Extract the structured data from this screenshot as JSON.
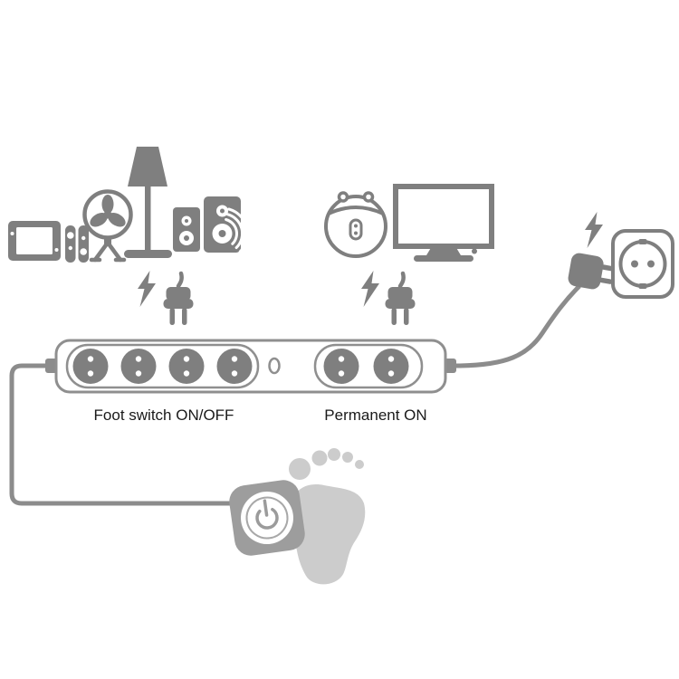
{
  "labels": {
    "foot_switch_section": "Foot switch ON/OFF",
    "permanent_section": "Permanent ON"
  },
  "power_strip": {
    "foot_switch_outlets": 4,
    "permanent_outlets": 2,
    "has_indicator_light": true
  },
  "device_groups": {
    "foot_switch": [
      "game-console",
      "fan",
      "floor-lamp",
      "speakers"
    ],
    "permanent": [
      "robot-vacuum",
      "tv"
    ]
  },
  "icons": [
    "lightning-bolt-icon",
    "power-plug-icon",
    "wall-socket-icon",
    "wall-plug-icon",
    "foot-switch-icon",
    "power-symbol-icon",
    "footprint-icon"
  ],
  "colors": {
    "icon_gray": "#7f7f7f",
    "outline_gray": "#8f8f8f",
    "cable_gray": "#8c8c8c",
    "pad_gray": "#9d9d9d",
    "footprint_gray": "#cccccc",
    "label_text": "#1a1a1a",
    "background": "#ffffff"
  }
}
